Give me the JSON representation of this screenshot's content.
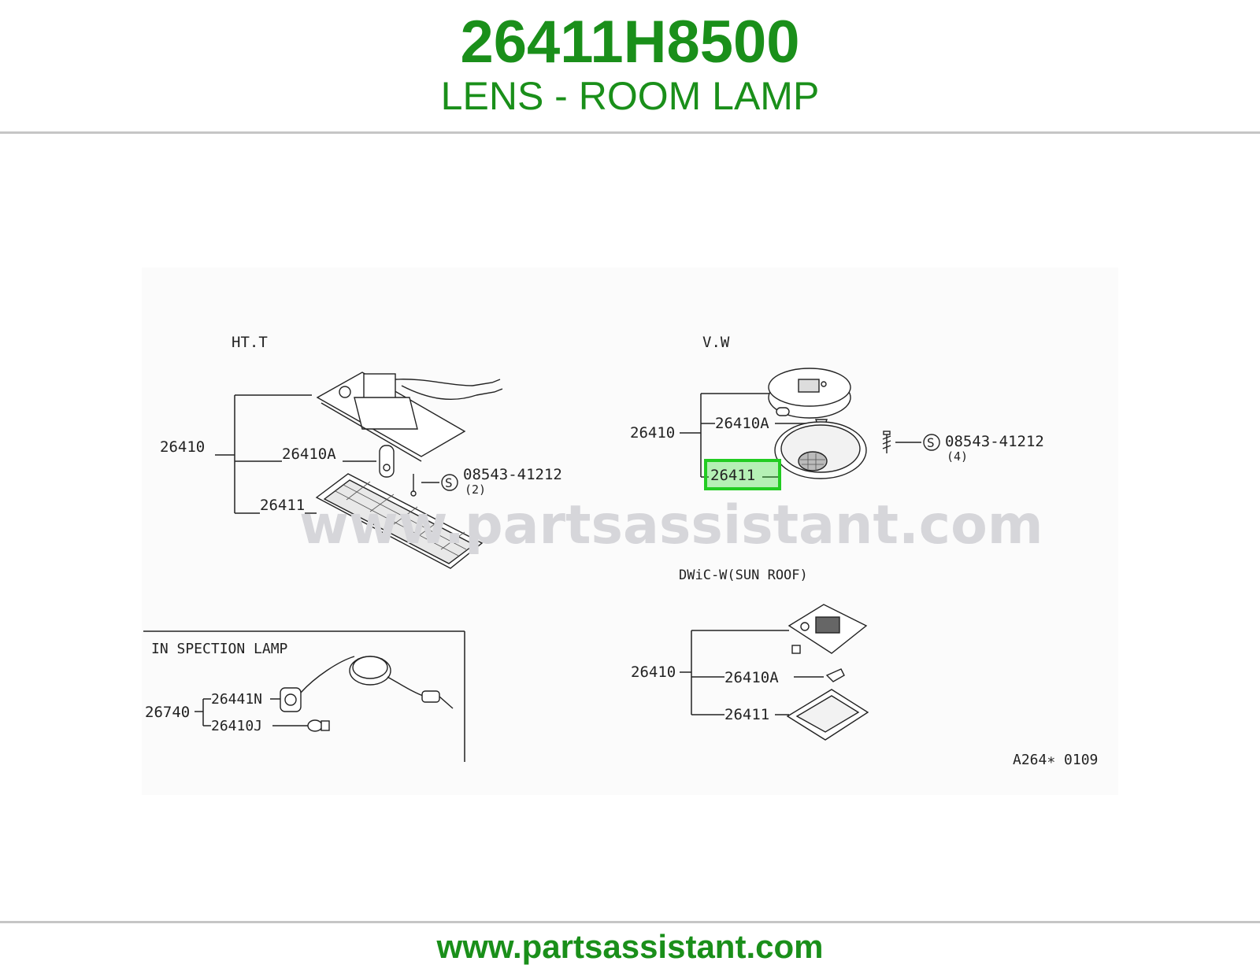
{
  "header": {
    "part_number": "26411H8500",
    "description": "LENS - ROOM LAMP"
  },
  "diagram": {
    "watermark": "www.partsassistant.com",
    "figure_code": "A264∗ 0109",
    "sections": {
      "htt": {
        "title": "HT.T",
        "assembly": "26410",
        "parts": [
          "26410A",
          "26411"
        ],
        "screw": {
          "symbol": "S",
          "number": "08543-41212",
          "qty": "(2)"
        }
      },
      "vw": {
        "title": "V.W",
        "assembly": "26410",
        "parts": [
          "26410A",
          "26411"
        ],
        "screw": {
          "symbol": "S",
          "number": "08543-41212",
          "qty": "(4)"
        }
      },
      "sunroof": {
        "title": "DWiC-W(SUN ROOF)",
        "assembly": "26410",
        "parts": [
          "26410A",
          "26411"
        ]
      },
      "inspection": {
        "title": "IN SPECTION LAMP",
        "assembly": "26740",
        "parts": [
          "26441N",
          "26410J"
        ]
      }
    },
    "highlighted_part": "26411",
    "highlight_color": "#22cc22"
  },
  "footer": {
    "url": "www.partsassistant.com"
  },
  "colors": {
    "brand_green": "#1a8f1a",
    "rule_gray": "#c6c6c6"
  }
}
